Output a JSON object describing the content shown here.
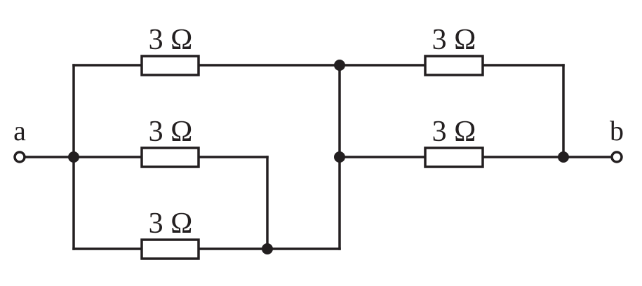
{
  "terminals": {
    "a": "a",
    "b": "b"
  },
  "resistors": [
    {
      "id": "r1",
      "label": "3 Ω"
    },
    {
      "id": "r2",
      "label": "3 Ω"
    },
    {
      "id": "r3",
      "label": "3 Ω"
    },
    {
      "id": "r4",
      "label": "3 Ω"
    },
    {
      "id": "r5",
      "label": "3 Ω"
    }
  ],
  "colors": {
    "line": "#231f20",
    "background": "#ffffff"
  }
}
